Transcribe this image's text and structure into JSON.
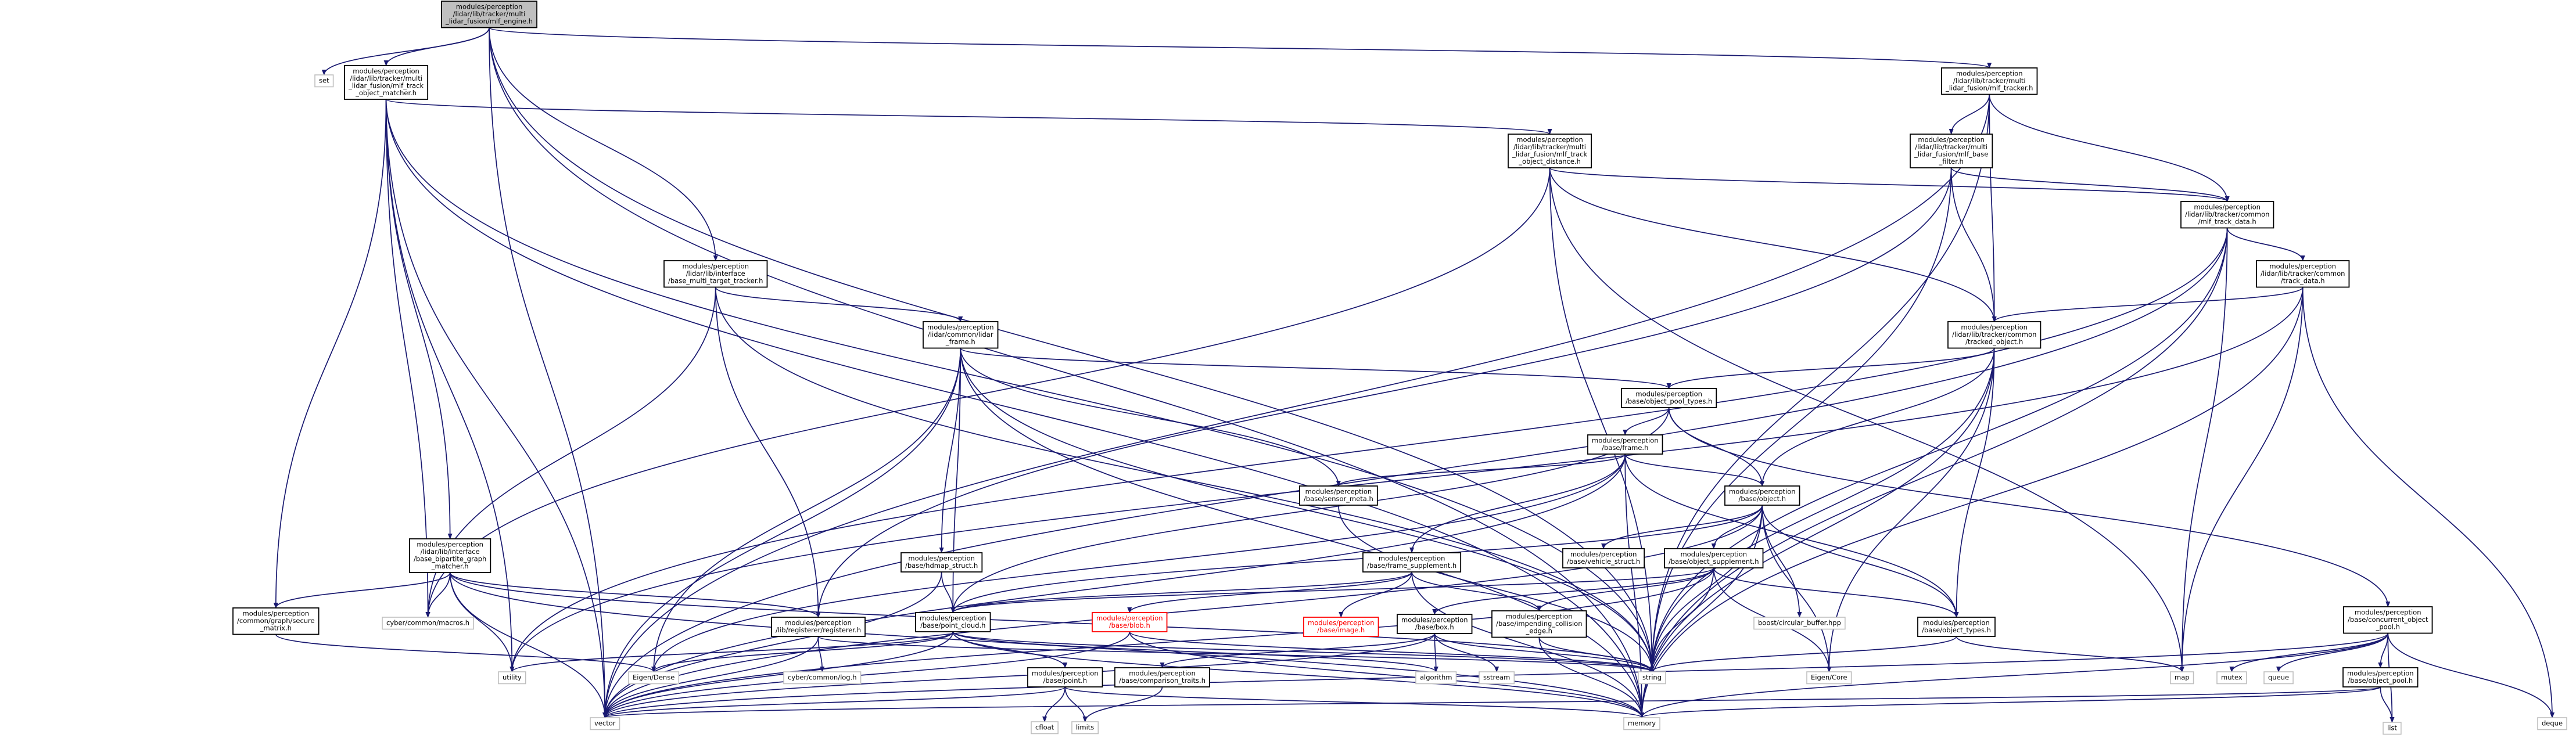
{
  "diagram": {
    "nodes": [
      {
        "id": "root",
        "lines": [
          "modules/perception",
          "/lidar/lib/tracker/multi",
          "_lidar_fusion/mlf_engine.h"
        ],
        "style": "root"
      },
      {
        "id": "set",
        "lines": [
          "set"
        ],
        "style": "leaf"
      },
      {
        "id": "matcher",
        "lines": [
          "modules/perception",
          "/lidar/lib/tracker/multi",
          "_lidar_fusion/mlf_track",
          "_object_matcher.h"
        ]
      },
      {
        "id": "mlf_tracker",
        "lines": [
          "modules/perception",
          "/lidar/lib/tracker/multi",
          "_lidar_fusion/mlf_tracker.h"
        ]
      },
      {
        "id": "distance",
        "lines": [
          "modules/perception",
          "/lidar/lib/tracker/multi",
          "_lidar_fusion/mlf_track",
          "_object_distance.h"
        ]
      },
      {
        "id": "base_filter",
        "lines": [
          "modules/perception",
          "/lidar/lib/tracker/multi",
          "_lidar_fusion/mlf_base",
          "_filter.h"
        ]
      },
      {
        "id": "mlf_track_data",
        "lines": [
          "modules/perception",
          "/lidar/lib/tracker/common",
          "/mlf_track_data.h"
        ]
      },
      {
        "id": "base_multi",
        "lines": [
          "modules/perception",
          "/lidar/lib/interface",
          "/base_multi_target_tracker.h"
        ]
      },
      {
        "id": "track_data",
        "lines": [
          "modules/perception",
          "/lidar/lib/tracker/common",
          "/track_data.h"
        ]
      },
      {
        "id": "lidar_frame",
        "lines": [
          "modules/perception",
          "/lidar/common/lidar",
          "_frame.h"
        ]
      },
      {
        "id": "tracked_object",
        "lines": [
          "modules/perception",
          "/lidar/lib/tracker/common",
          "/tracked_object.h"
        ]
      },
      {
        "id": "object_pool_types",
        "lines": [
          "modules/perception",
          "/base/object_pool_types.h"
        ]
      },
      {
        "id": "frame",
        "lines": [
          "modules/perception",
          "/base/frame.h"
        ]
      },
      {
        "id": "sensor_meta",
        "lines": [
          "modules/perception",
          "/base/sensor_meta.h"
        ]
      },
      {
        "id": "object",
        "lines": [
          "modules/perception",
          "/base/object.h"
        ]
      },
      {
        "id": "hdmap",
        "lines": [
          "modules/perception",
          "/base/hdmap_struct.h"
        ]
      },
      {
        "id": "frame_supplement",
        "lines": [
          "modules/perception",
          "/base/frame_supplement.h"
        ]
      },
      {
        "id": "vehicle_struct",
        "lines": [
          "modules/perception",
          "/base/vehicle_struct.h"
        ]
      },
      {
        "id": "object_supplement",
        "lines": [
          "modules/perception",
          "/base/object_supplement.h"
        ]
      },
      {
        "id": "pipeline",
        "lines": [
          "modules/perception",
          "/lidar/lib/interface",
          "/base_bipartite_graph",
          "_matcher.h"
        ]
      },
      {
        "id": "secure_matrix",
        "lines": [
          "modules/perception",
          "/common/graph/secure",
          "_matrix.h"
        ]
      },
      {
        "id": "cyber_macros",
        "lines": [
          "cyber/common/macros.h"
        ],
        "style": "leaf"
      },
      {
        "id": "registerer",
        "lines": [
          "modules/perception",
          "/lib/registerer/registerer.h"
        ]
      },
      {
        "id": "point_cloud",
        "lines": [
          "modules/perception",
          "/base/point_cloud.h"
        ]
      },
      {
        "id": "blob",
        "lines": [
          "modules/perception",
          "/base/blob.h"
        ],
        "style": "red"
      },
      {
        "id": "image",
        "lines": [
          "modules/perception",
          "/base/image.h"
        ],
        "style": "red"
      },
      {
        "id": "box",
        "lines": [
          "modules/perception",
          "/base/box.h"
        ]
      },
      {
        "id": "impending",
        "lines": [
          "modules/perception",
          "/base/impending_collision",
          "_edge.h"
        ]
      },
      {
        "id": "circular",
        "lines": [
          "boost/circular_buffer.hpp"
        ],
        "style": "leaf"
      },
      {
        "id": "object_types",
        "lines": [
          "modules/perception",
          "/base/object_types.h"
        ]
      },
      {
        "id": "concurrent_pool",
        "lines": [
          "modules/perception",
          "/base/concurrent_object",
          "_pool.h"
        ]
      },
      {
        "id": "object_pool",
        "lines": [
          "modules/perception",
          "/base/object_pool.h"
        ]
      },
      {
        "id": "point",
        "lines": [
          "modules/perception",
          "/base/point.h"
        ]
      },
      {
        "id": "comparison",
        "lines": [
          "modules/perception",
          "/base/comparison_traits.h"
        ]
      },
      {
        "id": "utility",
        "lines": [
          "utility"
        ],
        "style": "leaf"
      },
      {
        "id": "eigen_dense",
        "lines": [
          "Eigen/Dense"
        ],
        "style": "leaf"
      },
      {
        "id": "cyber_log",
        "lines": [
          "cyber/common/log.h"
        ],
        "style": "leaf"
      },
      {
        "id": "algorithm",
        "lines": [
          "algorithm"
        ],
        "style": "leaf"
      },
      {
        "id": "sstream",
        "lines": [
          "sstream"
        ],
        "style": "leaf"
      },
      {
        "id": "string",
        "lines": [
          "string"
        ],
        "style": "leaf"
      },
      {
        "id": "eigen_core",
        "lines": [
          "Eigen/Core"
        ],
        "style": "leaf"
      },
      {
        "id": "map",
        "lines": [
          "map"
        ],
        "style": "leaf"
      },
      {
        "id": "mutex",
        "lines": [
          "mutex"
        ],
        "style": "leaf"
      },
      {
        "id": "queue",
        "lines": [
          "queue"
        ],
        "style": "leaf"
      },
      {
        "id": "list",
        "lines": [
          "list"
        ],
        "style": "leaf"
      },
      {
        "id": "deque",
        "lines": [
          "deque"
        ],
        "style": "leaf"
      },
      {
        "id": "vector",
        "lines": [
          "vector"
        ],
        "style": "leaf"
      },
      {
        "id": "memory",
        "lines": [
          "memory"
        ],
        "style": "leaf"
      },
      {
        "id": "cfloat",
        "lines": [
          "cfloat"
        ],
        "style": "leaf"
      },
      {
        "id": "limits",
        "lines": [
          "limits"
        ],
        "style": "leaf"
      }
    ],
    "edges": [
      [
        "root",
        "set"
      ],
      [
        "root",
        "matcher"
      ],
      [
        "root",
        "mlf_tracker"
      ],
      [
        "root",
        "base_multi"
      ],
      [
        "root",
        "vector"
      ],
      [
        "root",
        "string"
      ],
      [
        "root",
        "memory"
      ],
      [
        "matcher",
        "distance"
      ],
      [
        "matcher",
        "pipeline"
      ],
      [
        "matcher",
        "secure_matrix"
      ],
      [
        "matcher",
        "cyber_macros"
      ],
      [
        "matcher",
        "vector"
      ],
      [
        "matcher",
        "string"
      ],
      [
        "matcher",
        "memory"
      ],
      [
        "matcher",
        "utility"
      ],
      [
        "mlf_tracker",
        "base_filter"
      ],
      [
        "mlf_tracker",
        "mlf_track_data"
      ],
      [
        "mlf_tracker",
        "tracked_object"
      ],
      [
        "mlf_tracker",
        "string"
      ],
      [
        "mlf_tracker",
        "vector"
      ],
      [
        "distance",
        "mlf_track_data"
      ],
      [
        "distance",
        "tracked_object"
      ],
      [
        "distance",
        "string"
      ],
      [
        "distance",
        "map"
      ],
      [
        "distance",
        "cyber_macros"
      ],
      [
        "base_filter",
        "mlf_track_data"
      ],
      [
        "base_filter",
        "tracked_object"
      ],
      [
        "base_filter",
        "string"
      ],
      [
        "base_filter",
        "registerer"
      ],
      [
        "mlf_track_data",
        "track_data"
      ],
      [
        "mlf_track_data",
        "vector"
      ],
      [
        "mlf_track_data",
        "utility"
      ],
      [
        "mlf_track_data",
        "map"
      ],
      [
        "mlf_track_data",
        "memory"
      ],
      [
        "mlf_track_data",
        "string"
      ],
      [
        "track_data",
        "tracked_object"
      ],
      [
        "track_data",
        "deque"
      ],
      [
        "track_data",
        "map"
      ],
      [
        "track_data",
        "memory"
      ],
      [
        "track_data",
        "utility"
      ],
      [
        "base_multi",
        "lidar_frame"
      ],
      [
        "base_multi",
        "registerer"
      ],
      [
        "base_multi",
        "string"
      ],
      [
        "base_multi",
        "cyber_macros"
      ],
      [
        "lidar_frame",
        "object_pool_types"
      ],
      [
        "lidar_frame",
        "sensor_meta"
      ],
      [
        "lidar_frame",
        "hdmap"
      ],
      [
        "lidar_frame",
        "point_cloud"
      ],
      [
        "lidar_frame",
        "eigen_dense"
      ],
      [
        "lidar_frame",
        "memory"
      ],
      [
        "lidar_frame",
        "string"
      ],
      [
        "lidar_frame",
        "vector"
      ],
      [
        "tracked_object",
        "object_pool_types"
      ],
      [
        "tracked_object",
        "object"
      ],
      [
        "tracked_object",
        "object_types"
      ],
      [
        "tracked_object",
        "eigen_core"
      ],
      [
        "tracked_object",
        "memory"
      ],
      [
        "tracked_object",
        "string"
      ],
      [
        "object_pool_types",
        "frame"
      ],
      [
        "object_pool_types",
        "object"
      ],
      [
        "object_pool_types",
        "concurrent_pool"
      ],
      [
        "object_pool_types",
        "point_cloud"
      ],
      [
        "frame",
        "sensor_meta"
      ],
      [
        "frame",
        "object"
      ],
      [
        "frame",
        "frame_supplement"
      ],
      [
        "frame",
        "object_types"
      ],
      [
        "frame",
        "eigen_dense"
      ],
      [
        "frame",
        "memory"
      ],
      [
        "frame",
        "vector"
      ],
      [
        "object",
        "vehicle_struct"
      ],
      [
        "object",
        "object_supplement"
      ],
      [
        "object",
        "circular"
      ],
      [
        "object",
        "object_types"
      ],
      [
        "object",
        "point_cloud"
      ],
      [
        "object",
        "eigen_core"
      ],
      [
        "object",
        "string"
      ],
      [
        "object",
        "memory"
      ],
      [
        "object",
        "vector"
      ],
      [
        "frame_supplement",
        "blob"
      ],
      [
        "frame_supplement",
        "image"
      ],
      [
        "frame_supplement",
        "impending"
      ],
      [
        "frame_supplement",
        "point_cloud"
      ],
      [
        "frame_supplement",
        "memory"
      ],
      [
        "object_supplement",
        "box"
      ],
      [
        "object_supplement",
        "impending"
      ],
      [
        "object_supplement",
        "object_types"
      ],
      [
        "object_supplement",
        "point_cloud"
      ],
      [
        "object_supplement",
        "string"
      ],
      [
        "object_supplement",
        "vector"
      ],
      [
        "object_supplement",
        "eigen_core"
      ],
      [
        "sensor_meta",
        "string"
      ],
      [
        "hdmap",
        "point_cloud"
      ],
      [
        "hdmap",
        "vector"
      ],
      [
        "pipeline",
        "secure_matrix"
      ],
      [
        "pipeline",
        "registerer"
      ],
      [
        "pipeline",
        "cyber_macros"
      ],
      [
        "pipeline",
        "utility"
      ],
      [
        "pipeline",
        "vector"
      ],
      [
        "pipeline",
        "string"
      ],
      [
        "pipeline",
        "memory"
      ],
      [
        "registerer",
        "cyber_log"
      ],
      [
        "registerer",
        "string"
      ],
      [
        "registerer",
        "vector"
      ],
      [
        "point_cloud",
        "point"
      ],
      [
        "point_cloud",
        "eigen_dense"
      ],
      [
        "point_cloud",
        "vector"
      ],
      [
        "point_cloud",
        "memory"
      ],
      [
        "point_cloud",
        "algorithm"
      ],
      [
        "point_cloud",
        "string"
      ],
      [
        "point_cloud",
        "utility"
      ],
      [
        "blob",
        "string"
      ],
      [
        "blob",
        "vector"
      ],
      [
        "blob",
        "memory"
      ],
      [
        "box",
        "comparison"
      ],
      [
        "box",
        "algorithm"
      ],
      [
        "box",
        "sstream"
      ],
      [
        "box",
        "string"
      ],
      [
        "box",
        "vector"
      ],
      [
        "impending",
        "memory"
      ],
      [
        "impending",
        "string"
      ],
      [
        "concurrent_pool",
        "object_pool"
      ],
      [
        "concurrent_pool",
        "deque"
      ],
      [
        "concurrent_pool",
        "list"
      ],
      [
        "concurrent_pool",
        "memory"
      ],
      [
        "concurrent_pool",
        "mutex"
      ],
      [
        "concurrent_pool",
        "queue"
      ],
      [
        "concurrent_pool",
        "vector"
      ],
      [
        "object_pool",
        "list"
      ],
      [
        "object_pool",
        "memory"
      ],
      [
        "object_pool",
        "vector"
      ],
      [
        "object_types",
        "map"
      ],
      [
        "object_types",
        "string"
      ],
      [
        "point",
        "vector"
      ],
      [
        "point",
        "cfloat"
      ],
      [
        "point",
        "limits"
      ],
      [
        "point",
        "memory"
      ],
      [
        "comparison",
        "limits"
      ],
      [
        "secure_matrix",
        "eigen_dense"
      ]
    ]
  }
}
